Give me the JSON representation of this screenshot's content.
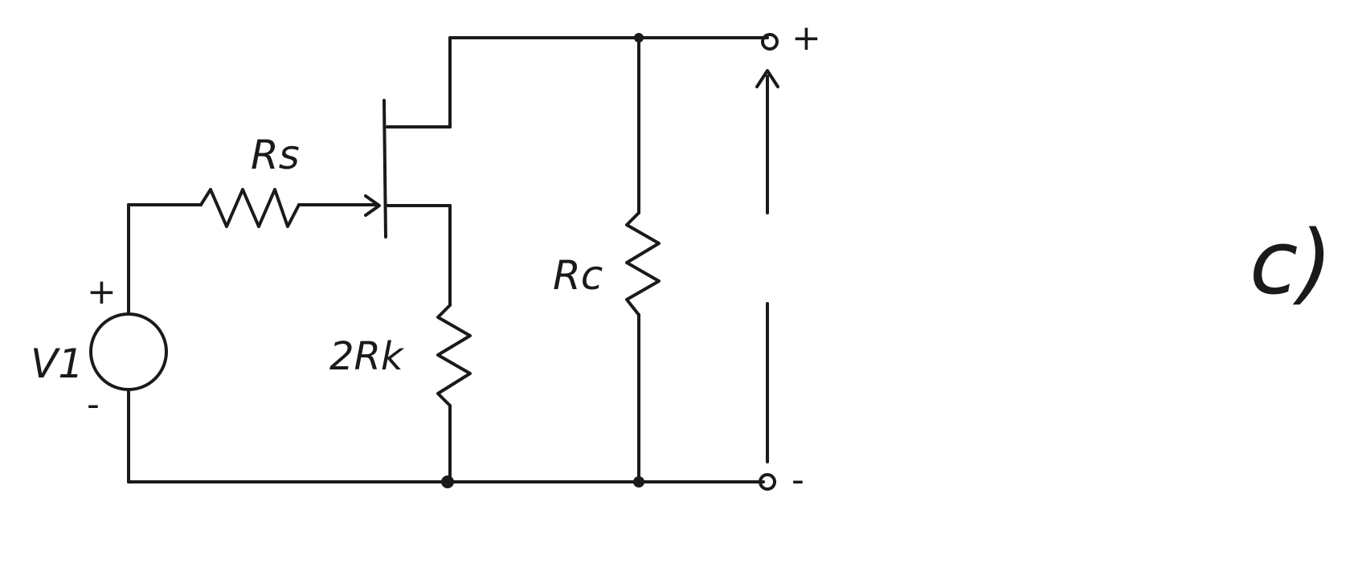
{
  "labels": {
    "rs": "Rs",
    "rc": "Rc",
    "rk": "2Rk",
    "v1": "V1",
    "v1_plus": "+",
    "v1_minus": "-",
    "out_plus": "+",
    "out_minus": "-",
    "panel": "c)"
  },
  "colors": {
    "ink": "#1a1a1a",
    "paper": "#ffffff"
  }
}
